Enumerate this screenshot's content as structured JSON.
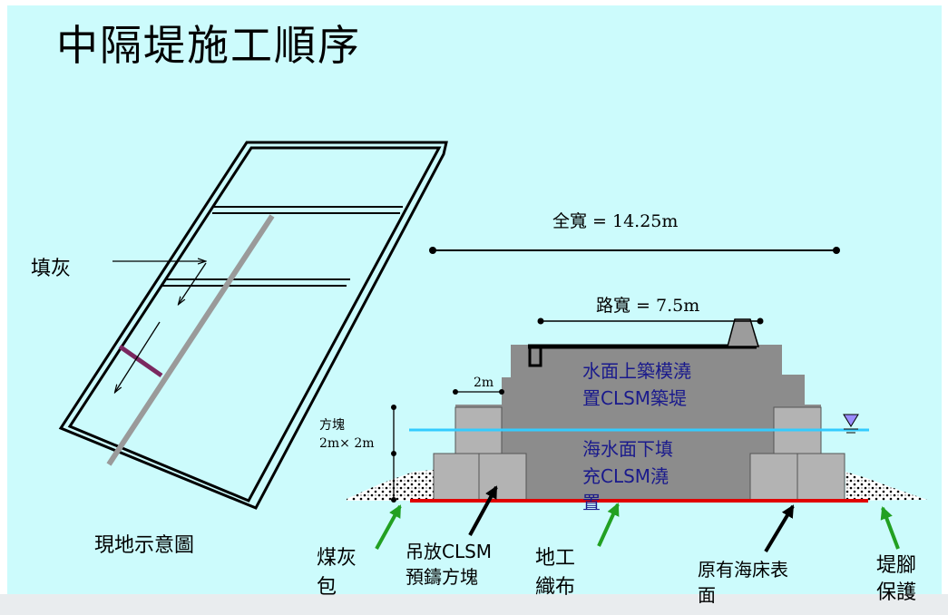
{
  "title": "中隔堤施工順序",
  "site_label": "現地示意圖",
  "fill_ash_label": "填灰",
  "full_width": "全寬 = 14.25m",
  "road_width": "路寬 = 7.5m",
  "dim_2m": "2m",
  "block_label_1": "方塊",
  "block_label_2": "2m× 2m",
  "above_water_1": "水面上築模澆",
  "above_water_2": "置CLSM築堤",
  "below_water_1": "海水面下填",
  "below_water_2": "充CLSM澆",
  "below_water_3": "置",
  "ash_bag_1": "煤灰",
  "ash_bag_2": "包",
  "precast_1": "吊放CLSM",
  "precast_2": "預鑄方塊",
  "geotextile_1": "地工",
  "geotextile_2": "織布",
  "seabed_1": "原有海床表",
  "seabed_2": "面",
  "toe_1": "堤腳",
  "toe_2": "保護",
  "colors": {
    "background": "#ccfbfc",
    "embankment": "#8c8c8c",
    "block": "#b3b3b3",
    "water_line": "#33ccff",
    "geotextile": "#e00000",
    "arrow_green": "#22a022",
    "label_blue": "#1a1a8c"
  }
}
